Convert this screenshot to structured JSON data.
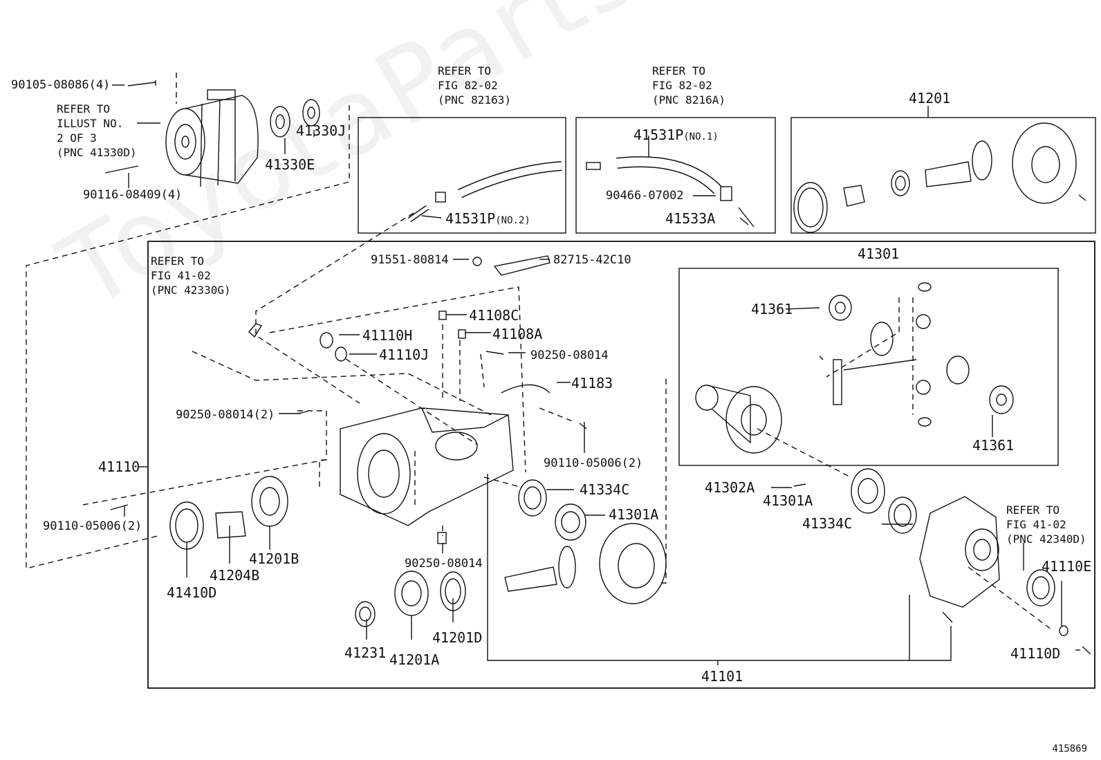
{
  "watermark": "ToyotaPartsMirror",
  "figure_number": "415869",
  "refs": {
    "illust": "REFER TO\nILLUST NO.\n2 OF 3\n(PNC 41330D)",
    "fig_82163": "REFER TO\nFIG 82-02\n(PNC 82163)",
    "fig_8216A": "REFER TO\nFIG 82-02\n(PNC 8216A)",
    "fig_42330G": "REFER TO\nFIG 41-02\n(PNC 42330G)",
    "fig_42340D": "REFER TO\nFIG 41-02\n(PNC 42340D)"
  },
  "parts": {
    "p90105": "90105-08086(4)",
    "p90116": "90116-08409(4)",
    "p41330E": "41330E",
    "p41330J": "41330J",
    "p41531P_no2": "41531P",
    "p41531P_no2_suffix": "(NO.2)",
    "p41531P_no1": "41531P",
    "p41531P_no1_suffix": "(NO.1)",
    "p90466": "90466-07002",
    "p41533A": "41533A",
    "p41201": "41201",
    "p91551": "91551-80814",
    "p82715": "82715-42C10",
    "p41301": "41301",
    "p41361a": "41361",
    "p41361b": "41361",
    "p41108C": "41108C",
    "p41108A": "41108A",
    "p41110H": "41110H",
    "p41110J": "41110J",
    "p90250a": "90250-08014",
    "p41183": "41183",
    "p90250b": "90250-08014(2)",
    "p90110a": "90110-05006(2)",
    "p41110": "41110",
    "p90110b": "90110-05006(2)",
    "p41334C_a": "41334C",
    "p41301A_a": "41301A",
    "p41302A": "41302A",
    "p41301A_b": "41301A",
    "p41334C_b": "41334C",
    "p41110E": "41110E",
    "p41110D": "41110D",
    "p41201B": "41201B",
    "p41204B": "41204B",
    "p41410D": "41410D",
    "p90250c": "90250-08014",
    "p41231": "41231",
    "p41201A": "41201A",
    "p41201D": "41201D",
    "p41101": "41101"
  }
}
